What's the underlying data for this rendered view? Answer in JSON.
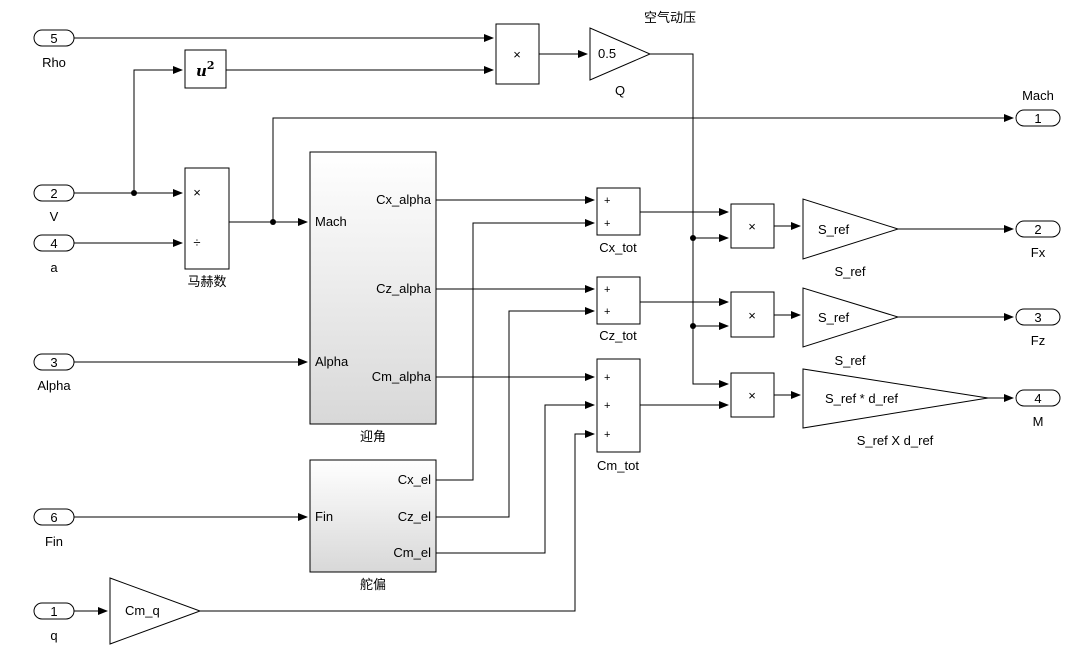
{
  "inports": [
    {
      "num": "5",
      "name": "Rho"
    },
    {
      "num": "2",
      "name": "V"
    },
    {
      "num": "4",
      "name": "a"
    },
    {
      "num": "3",
      "name": "Alpha"
    },
    {
      "num": "6",
      "name": "Fin"
    },
    {
      "num": "1",
      "name": "q"
    }
  ],
  "outports": [
    {
      "num": "1",
      "name": "Mach"
    },
    {
      "num": "2",
      "name": "Fx"
    },
    {
      "num": "3",
      "name": "Fz"
    },
    {
      "num": "4",
      "name": "M"
    }
  ],
  "blocks": {
    "square_op": "u",
    "square_exp": "2",
    "mult_sym": "×",
    "div_sym": "÷",
    "mach_div_name": "马赫数",
    "dyn_press_label": "空气动压",
    "q_gain_value": "0.5",
    "q_gain_name": "Q",
    "alpha_sub": {
      "name": "迎角",
      "inputs": [
        "Mach",
        "Alpha"
      ],
      "outputs": [
        "Cx_alpha",
        "Cz_alpha",
        "Cm_alpha"
      ]
    },
    "el_sub": {
      "name": "舵偏",
      "inputs": [
        "Fin"
      ],
      "outputs": [
        "Cx_el",
        "Cz_el",
        "Cm_el"
      ]
    },
    "sums": [
      {
        "name": "Cx_tot",
        "signs": [
          "+",
          "+"
        ]
      },
      {
        "name": "Cz_tot",
        "signs": [
          "+",
          "+"
        ]
      },
      {
        "name": "Cm_tot",
        "signs": [
          "+",
          "+",
          "+"
        ]
      }
    ],
    "gains": [
      {
        "value": "S_ref",
        "name": "S_ref"
      },
      {
        "value": "S_ref",
        "name": "S_ref"
      },
      {
        "value": "S_ref * d_ref",
        "name": "S_ref X d_ref"
      }
    ],
    "cmq_gain": "Cm_q"
  }
}
